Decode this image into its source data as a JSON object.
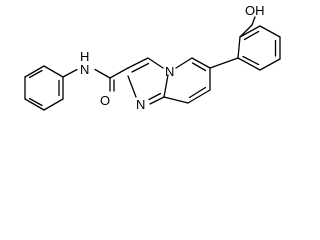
{
  "structure": {
    "atom_labels": {
      "hydroxyl": "OH",
      "amide_nh": "N",
      "amide_h": "H",
      "carbonyl_o": "O",
      "ring_n_imidazole": "N",
      "ring_n_bridge": "N"
    }
  }
}
